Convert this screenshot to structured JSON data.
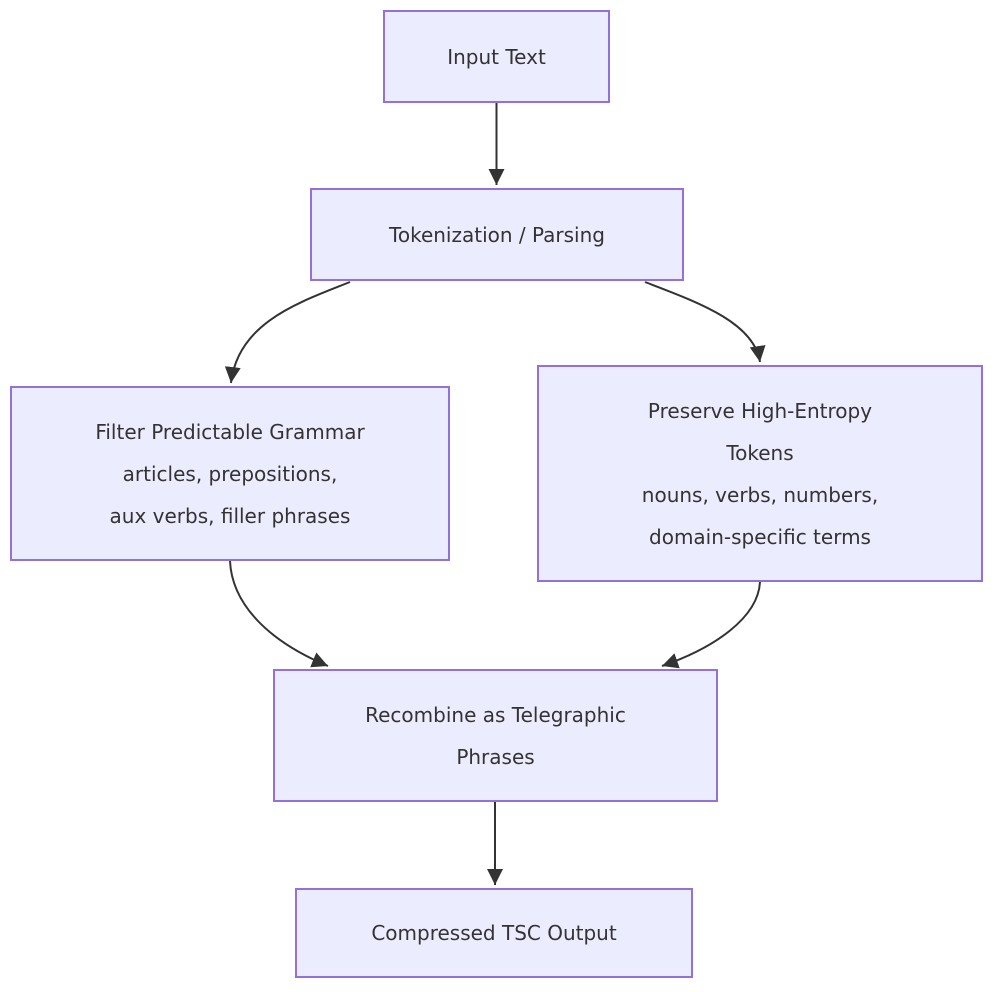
{
  "diagram": {
    "type": "flowchart",
    "direction": "top-down",
    "colors": {
      "background": "#ffffff",
      "node_fill": "#ECECFF",
      "node_border": "#9370DB",
      "edge": "#333333",
      "text": "#333333"
    },
    "nodes": {
      "input": {
        "label": "Input Text"
      },
      "tokenize": {
        "label": "Tokenization / Parsing"
      },
      "filter": {
        "label": "Filter Predictable Grammar\narticles, prepositions,\naux verbs, filler phrases"
      },
      "preserve": {
        "label": "Preserve High-Entropy\nTokens\nnouns, verbs, numbers,\ndomain-specific terms"
      },
      "recombine": {
        "label": "Recombine as Telegraphic\nPhrases"
      },
      "output": {
        "label": "Compressed TSC Output"
      }
    },
    "edges": [
      {
        "from": "input",
        "to": "tokenize"
      },
      {
        "from": "tokenize",
        "to": "filter"
      },
      {
        "from": "tokenize",
        "to": "preserve"
      },
      {
        "from": "filter",
        "to": "recombine"
      },
      {
        "from": "preserve",
        "to": "recombine"
      },
      {
        "from": "recombine",
        "to": "output"
      }
    ]
  }
}
